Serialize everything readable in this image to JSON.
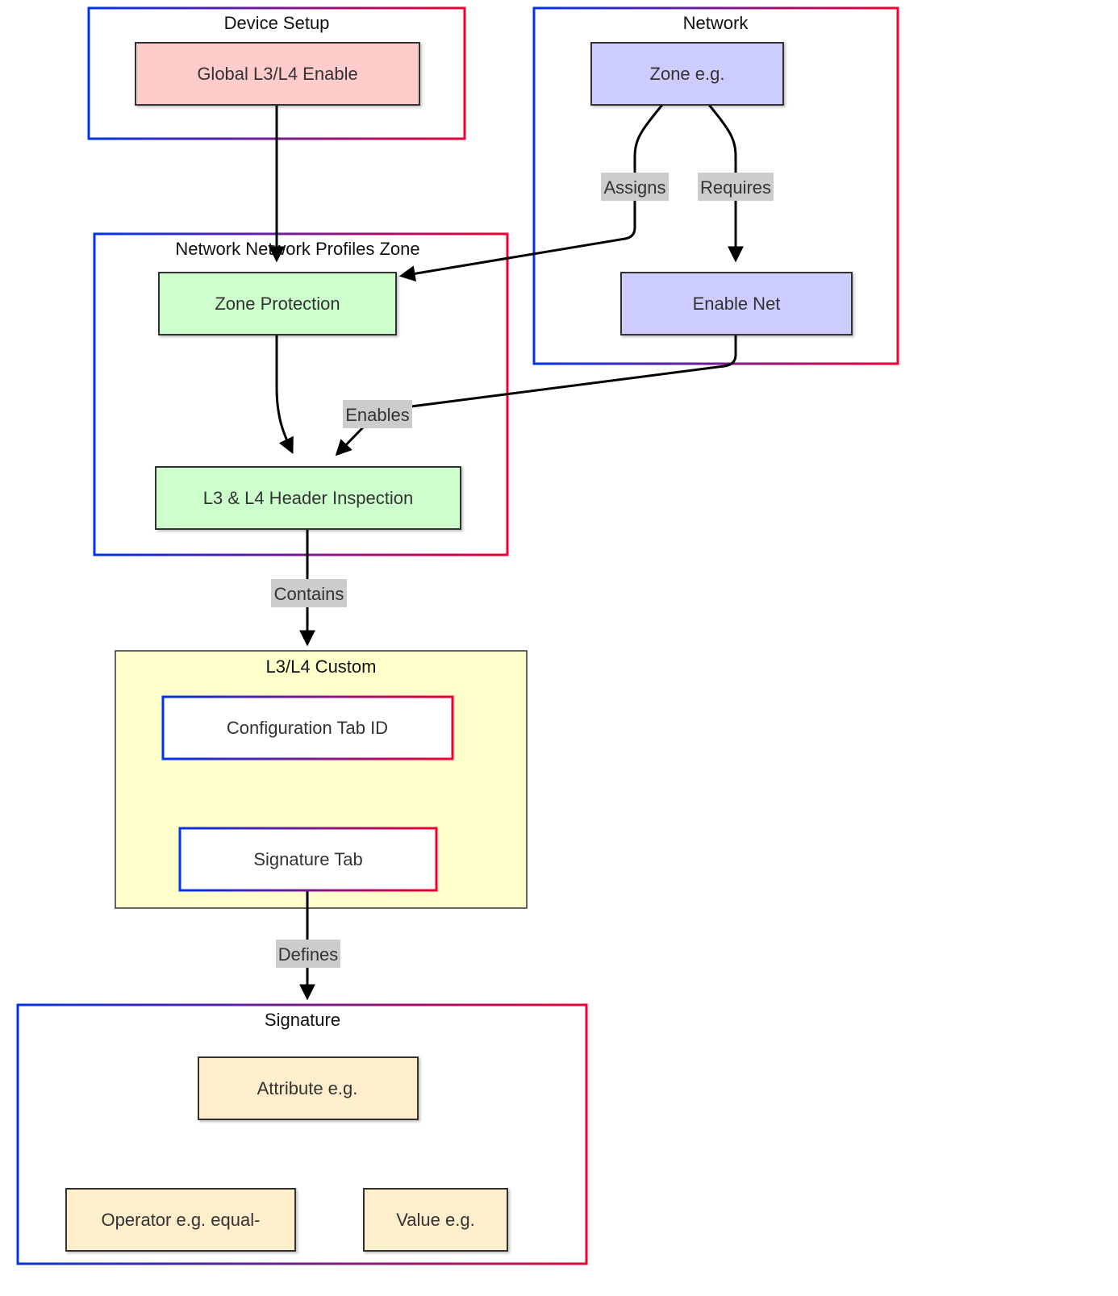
{
  "clusters": {
    "device_setup": {
      "title": "Device Setup"
    },
    "network": {
      "title": "Network"
    },
    "network_profiles_zone": {
      "title": "Network Network Profiles Zone"
    },
    "l3l4_custom": {
      "title": "L3/L4 Custom"
    },
    "signature": {
      "title": "Signature"
    }
  },
  "nodes": {
    "global_enable": {
      "label": "Global L3/L4 Enable",
      "fill": "#ffcccc"
    },
    "zone_eg": {
      "label": "Zone e.g.",
      "fill": "#ccccff"
    },
    "enable_net": {
      "label": "Enable Net",
      "fill": "#ccccff"
    },
    "zone_protection": {
      "label": "Zone Protection",
      "fill": "#ccffcc"
    },
    "header_inspection": {
      "label": "L3 & L4 Header Inspection",
      "fill": "#ccffcc"
    },
    "config_tab": {
      "label": "Configuration Tab ID",
      "fill": "#ffffff"
    },
    "signature_tab": {
      "label": "Signature Tab",
      "fill": "#ffffff"
    },
    "attribute": {
      "label": "Attribute e.g.",
      "fill": "#ffeecc"
    },
    "operator": {
      "label": "Operator e.g. equal-",
      "fill": "#ffeecc"
    },
    "value": {
      "label": "Value e.g.",
      "fill": "#ffeecc"
    }
  },
  "edges": {
    "assigns": {
      "label": "Assigns"
    },
    "requires": {
      "label": "Requires"
    },
    "enables": {
      "label": "Enables"
    },
    "contains": {
      "label": "Contains"
    },
    "defines": {
      "label": "Defines"
    }
  },
  "colors": {
    "cluster_gradient_start": "#0033ee",
    "cluster_gradient_end": "#ee0033",
    "custom_cluster_fill": "#ffffcc",
    "edge_label_bg": "#cccccc",
    "edge_stroke": "#000000"
  }
}
